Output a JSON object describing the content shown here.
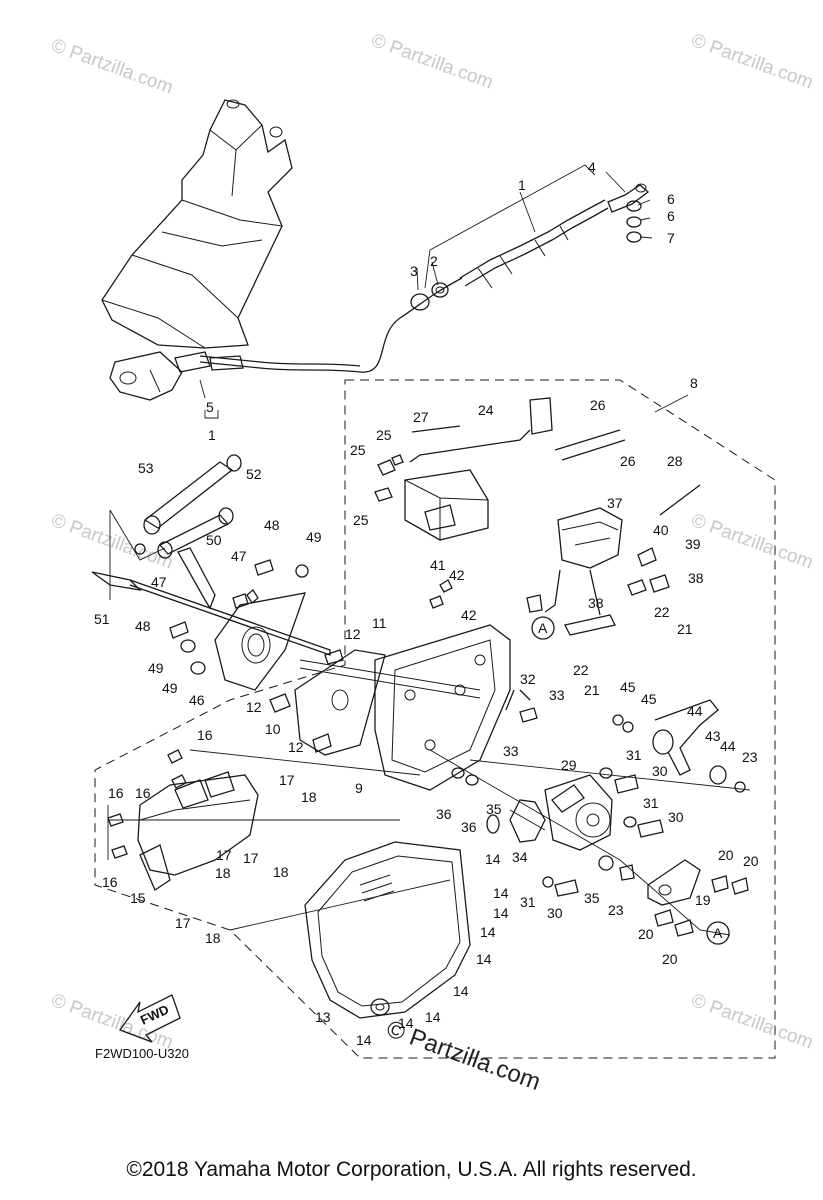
{
  "watermark": "© Partzilla.com",
  "watermark_main": "© Partzilla.com",
  "diagram_code": "F2WD100-U320",
  "fwd_label": "FWD",
  "ref_a": "A",
  "copyright": "©2018  Yamaha Motor Corporation, U.S.A. All rights reserved.",
  "callouts": [
    "1",
    "2",
    "3",
    "4",
    "5",
    "6",
    "7",
    "8",
    "9",
    "10",
    "11",
    "12",
    "13",
    "14",
    "15",
    "16",
    "17",
    "18",
    "19",
    "20",
    "21",
    "22",
    "23",
    "24",
    "25",
    "26",
    "27",
    "28",
    "29",
    "30",
    "31",
    "32",
    "33",
    "34",
    "35",
    "36",
    "37",
    "38",
    "39",
    "40",
    "41",
    "42",
    "43",
    "44",
    "45",
    "46",
    "47",
    "48",
    "49",
    "50",
    "51",
    "52",
    "53"
  ]
}
